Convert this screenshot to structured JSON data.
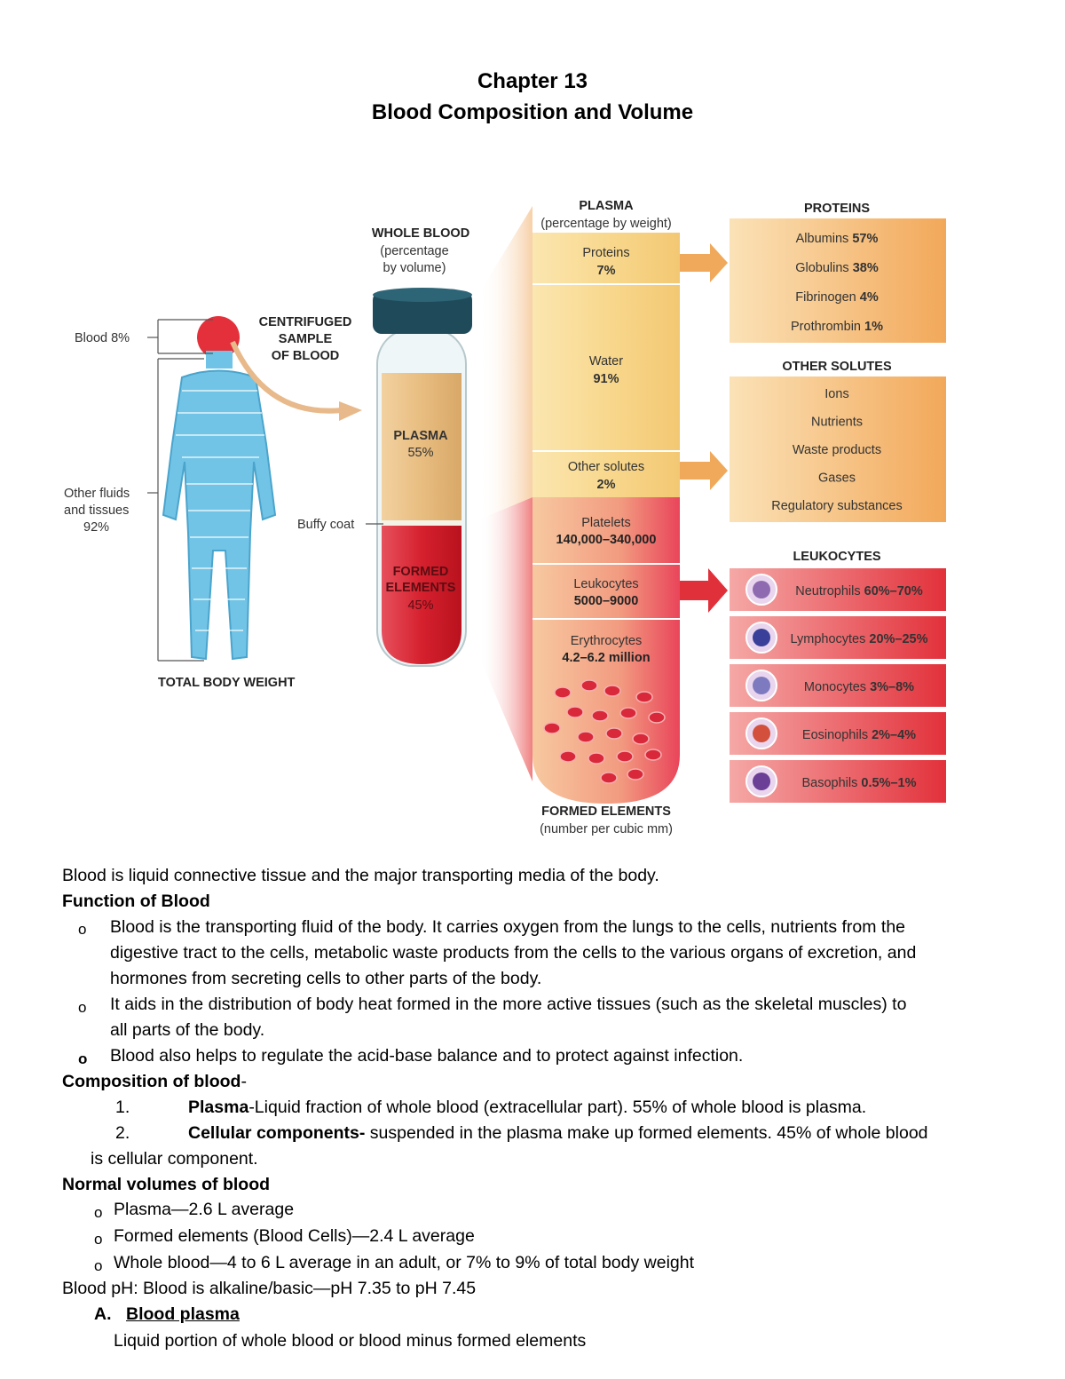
{
  "header": {
    "chapter": "Chapter 13",
    "title": "Blood Composition and Volume"
  },
  "figure": {
    "body": {
      "blood_label": "Blood 8%",
      "other_label_1": "Other fluids",
      "other_label_2": "and tissues",
      "other_label_3": "92%",
      "caption": "TOTAL BODY WEIGHT"
    },
    "tube": {
      "heading_1": "WHOLE BLOOD",
      "heading_2": "(percentage",
      "heading_3": "by volume)",
      "sample_1": "CENTRIFUGED",
      "sample_2": "SAMPLE",
      "sample_3": "OF BLOOD",
      "plasma_label": "PLASMA",
      "plasma_value": "55%",
      "buffy": "Buffy coat",
      "formed_1": "FORMED",
      "formed_2": "ELEMENTS",
      "formed_value": "45%"
    },
    "plasma_column": {
      "heading": "PLASMA",
      "subheading": "(percentage by weight)",
      "proteins_label": "Proteins",
      "proteins_value": "7%",
      "water_label": "Water",
      "water_value": "91%",
      "solutes_label": "Other solutes",
      "solutes_value": "2%",
      "platelets_label": "Platelets",
      "platelets_value": "140,000–340,000",
      "leukocytes_label": "Leukocytes",
      "leukocytes_value": "5000–9000",
      "erythrocytes_label": "Erythrocytes",
      "erythrocytes_value": "4.2–6.2 million",
      "footer_1": "FORMED ELEMENTS",
      "footer_2": "(number per cubic mm)"
    },
    "proteins": {
      "heading": "PROTEINS",
      "items": [
        {
          "name": "Albumins",
          "value": "57%"
        },
        {
          "name": "Globulins",
          "value": "38%"
        },
        {
          "name": "Fibrinogen",
          "value": "4%"
        },
        {
          "name": "Prothrombin",
          "value": "1%"
        }
      ]
    },
    "other_solutes": {
      "heading": "OTHER SOLUTES",
      "items": [
        "Ions",
        "Nutrients",
        "Waste products",
        "Gases",
        "Regulatory substances"
      ]
    },
    "leukocytes": {
      "heading": "LEUKOCYTES",
      "items": [
        {
          "name": "Neutrophils",
          "value": "60%–70%",
          "color": "#8e6bb0"
        },
        {
          "name": "Lymphocytes",
          "value": "20%–25%",
          "color": "#3a3f9a"
        },
        {
          "name": "Monocytes",
          "value": "3%–8%",
          "color": "#7d7ac0"
        },
        {
          "name": "Eosinophils",
          "value": "2%–4%",
          "color": "#d2503c"
        },
        {
          "name": "Basophils",
          "value": "0.5%–1%",
          "color": "#6a3f95"
        }
      ]
    }
  },
  "text": {
    "intro": "Blood is liquid connective tissue and the major transporting media of the body.",
    "function_heading": "Function of Blood",
    "function_items": [
      "Blood is the transporting fluid of the body. It  carries oxygen from the lungs to the cells, nutrients from the",
      "digestive tract to the cells, metabolic waste products from the cells to the various organs of excretion, and",
      "hormones from secreting cells to other parts of the body.",
      "It aids in the distribution of body heat formed in the more active tissues (such as the  skeletal muscles) to",
      "all parts of the body.",
      "Blood also helps to regulate the acid-base balance and to protect against infection."
    ],
    "composition_heading": "Composition of blood",
    "composition_dash": "-",
    "composition_items": [
      {
        "num": "1.",
        "bold": "Plasma",
        "rest": "-Liquid fraction of whole blood (extracellular part). 55% of whole blood is plasma."
      },
      {
        "num": "2.",
        "bold": "Cellular components-",
        "rest": " suspended in the plasma make up formed elements. 45% of whole blood"
      }
    ],
    "composition_wrap": "is cellular component.",
    "volumes_heading": "Normal volumes of blood",
    "volumes_items": [
      "Plasma—2.6 L average",
      "Formed elements (Blood Cells)—2.4 L average",
      "Whole blood—4 to 6 L average  in an adult, or 7% to 9% of total body weight"
    ],
    "ph_line": "Blood pH: Blood is alkaline/basic—pH 7.35 to pH 7.45",
    "section_letter": "A.",
    "section_title": "Blood plasma",
    "section_body": "Liquid portion of whole blood or blood minus formed elements"
  },
  "colors": {
    "plasma": "#f6d58a",
    "orange_box": "#f3b565",
    "red_box": "#e4393f",
    "body_blue": "#6fc3e6"
  }
}
